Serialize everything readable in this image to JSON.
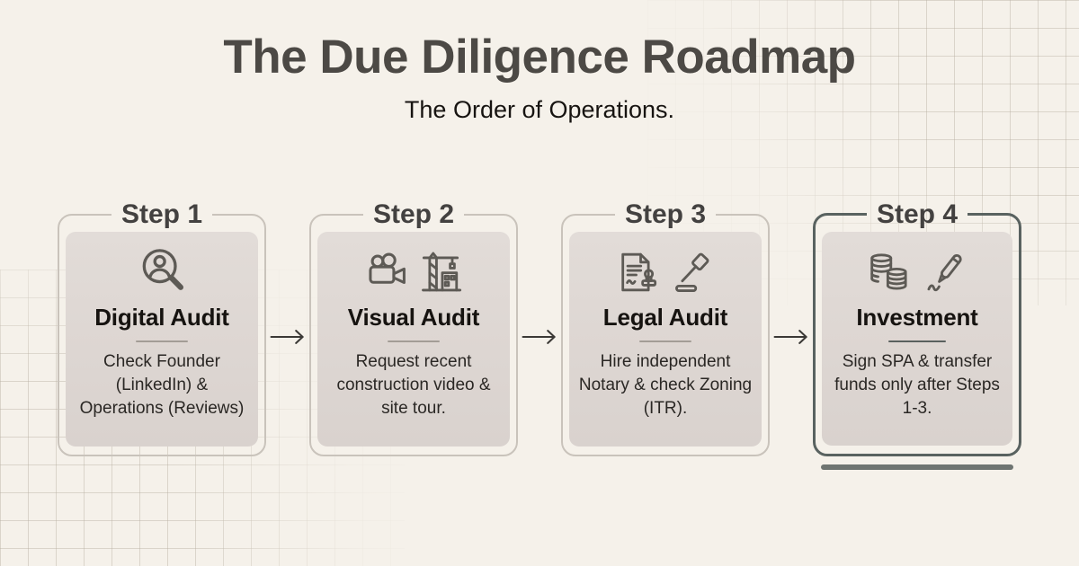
{
  "header": {
    "title": "The Due Diligence Roadmap",
    "subtitle": "The Order of Operations."
  },
  "steps": [
    {
      "label": "Step 1",
      "title": "Digital Audit",
      "description": "Check Founder (LinkedIn) & Operations (Reviews)",
      "icons": [
        "magnifier-user-icon"
      ],
      "highlighted": false
    },
    {
      "label": "Step 2",
      "title": "Visual Audit",
      "description": "Request recent construction video & site tour.",
      "icons": [
        "video-camera-icon",
        "construction-crane-icon"
      ],
      "highlighted": false
    },
    {
      "label": "Step 3",
      "title": "Legal Audit",
      "description": "Hire independent Notary & check Zoning (ITR).",
      "icons": [
        "stamped-document-icon",
        "gavel-icon"
      ],
      "highlighted": false
    },
    {
      "label": "Step 4",
      "title": "Investment",
      "description": "Sign SPA & transfer funds only after Steps 1-3.",
      "icons": [
        "coin-stacks-icon",
        "signature-pen-icon"
      ],
      "highlighted": true
    }
  ],
  "colors": {
    "background": "#f5f1ea",
    "grid_line": "#d9d4cc",
    "card_fill": "#ded7d3",
    "frame_border": "#c9c3bb",
    "frame_border_highlight": "#596260",
    "heading_text": "#4c4945",
    "body_text": "#2a2724",
    "underline_bar": "#6e7471",
    "icon_stroke": "#5d5a55"
  }
}
